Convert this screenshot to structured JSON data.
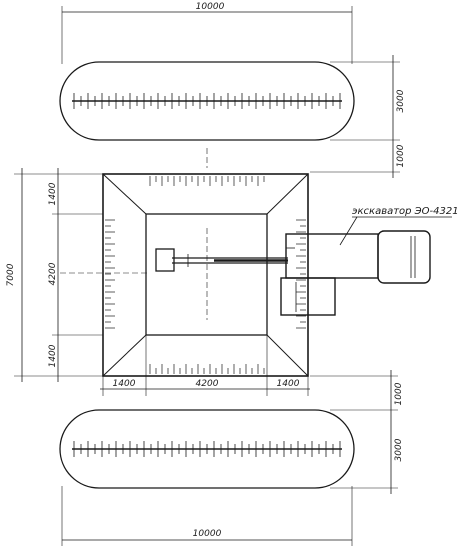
{
  "labels": {
    "excavator": "экскаватор ЭО-4321"
  },
  "dimensions": {
    "top_mound_length": "10000",
    "top_mound_width": "3000",
    "top_gap": "1000",
    "pit_total_height": "7000",
    "pit_left_upper": "1400",
    "pit_left_middle": "4200",
    "pit_left_lower": "1400",
    "pit_bottom_left": "1400",
    "pit_bottom_middle": "4200",
    "pit_bottom_right": "1400",
    "bottom_gap": "1000",
    "bottom_mound_width": "3000",
    "bottom_mound_length": "10000"
  },
  "colors": {
    "ink": "#1a1a1a",
    "paper": "#ffffff"
  }
}
